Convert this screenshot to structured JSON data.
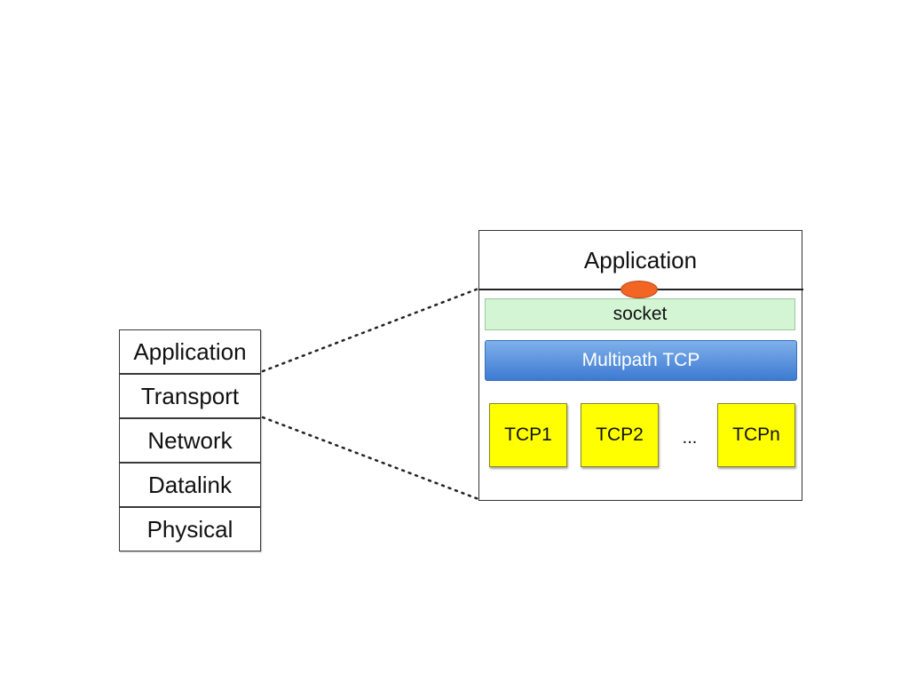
{
  "stack": {
    "layers": [
      "Application",
      "Transport",
      "Network",
      "Datalink",
      "Physical"
    ]
  },
  "detail": {
    "application": "Application",
    "socket": "socket",
    "multipath": "Multipath TCP",
    "subflows": [
      "TCP1",
      "TCP2",
      "TCPn"
    ],
    "ellipsis": "..."
  },
  "colors": {
    "socket_dot": "#f26522",
    "socket_bar": "#d4f5d4",
    "multipath_bar": "#3d7ad2",
    "subflow_box": "#ffff00"
  }
}
